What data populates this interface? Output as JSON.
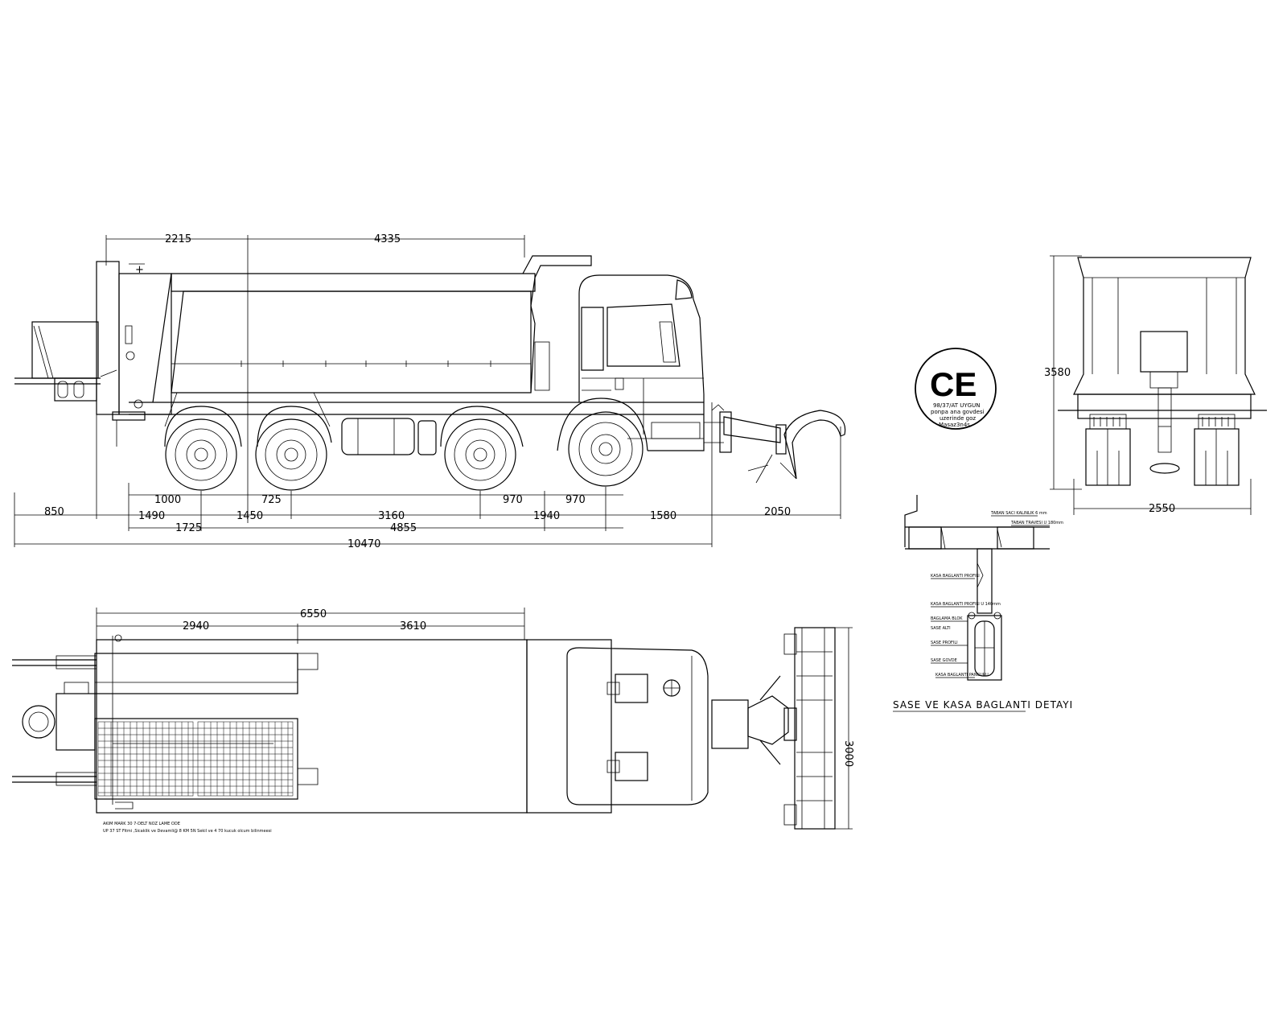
{
  "side_view": {
    "dims_top": [
      "2215",
      "4335"
    ],
    "dims_row1": [
      "1000",
      "725",
      "970",
      "970"
    ],
    "dims_row2": [
      "850",
      "1490",
      "1450",
      "3160",
      "1940",
      "1580",
      "2050"
    ],
    "dims_row3": [
      "1725",
      "4855"
    ],
    "dim_total": "10470"
  },
  "top_view": {
    "dim_total": "6550",
    "dims": [
      "2940",
      "3610"
    ],
    "dim_plow": "3000",
    "notes": [
      "AKIM MARK 30 7-DELT NOZ LAME ODE",
      "UP 37 ST Fitmi ,Sicaklik ve Devamli@ 8 KM 5N Sekil ve 4 70 kucuk olcum bilinmeesi"
    ]
  },
  "rear_view": {
    "dim_height": "3580",
    "dim_width": "2550"
  },
  "ce_seal": {
    "mark": "CE",
    "lines": [
      "98/37/AT UYGUN",
      "ponpa ana govdesi",
      "uzerinde goz",
      "Masaz3n4s"
    ]
  },
  "detail": {
    "title": "SASE VE KASA BAGLANTI DETAYI",
    "labels": [
      "TABAN SACI KALINLIK 6 mm",
      "TABAN TRAVESI U 180mm",
      "KASA BAGLANTI PROFILI",
      "KASA BAGLANTI PROFILI U 140mm",
      "BAGLAMA BLOK",
      "SASE ALTI",
      "SASE PROFILI",
      "SASE GOVDE",
      "KASA BAGLANTI PANCURU"
    ]
  }
}
